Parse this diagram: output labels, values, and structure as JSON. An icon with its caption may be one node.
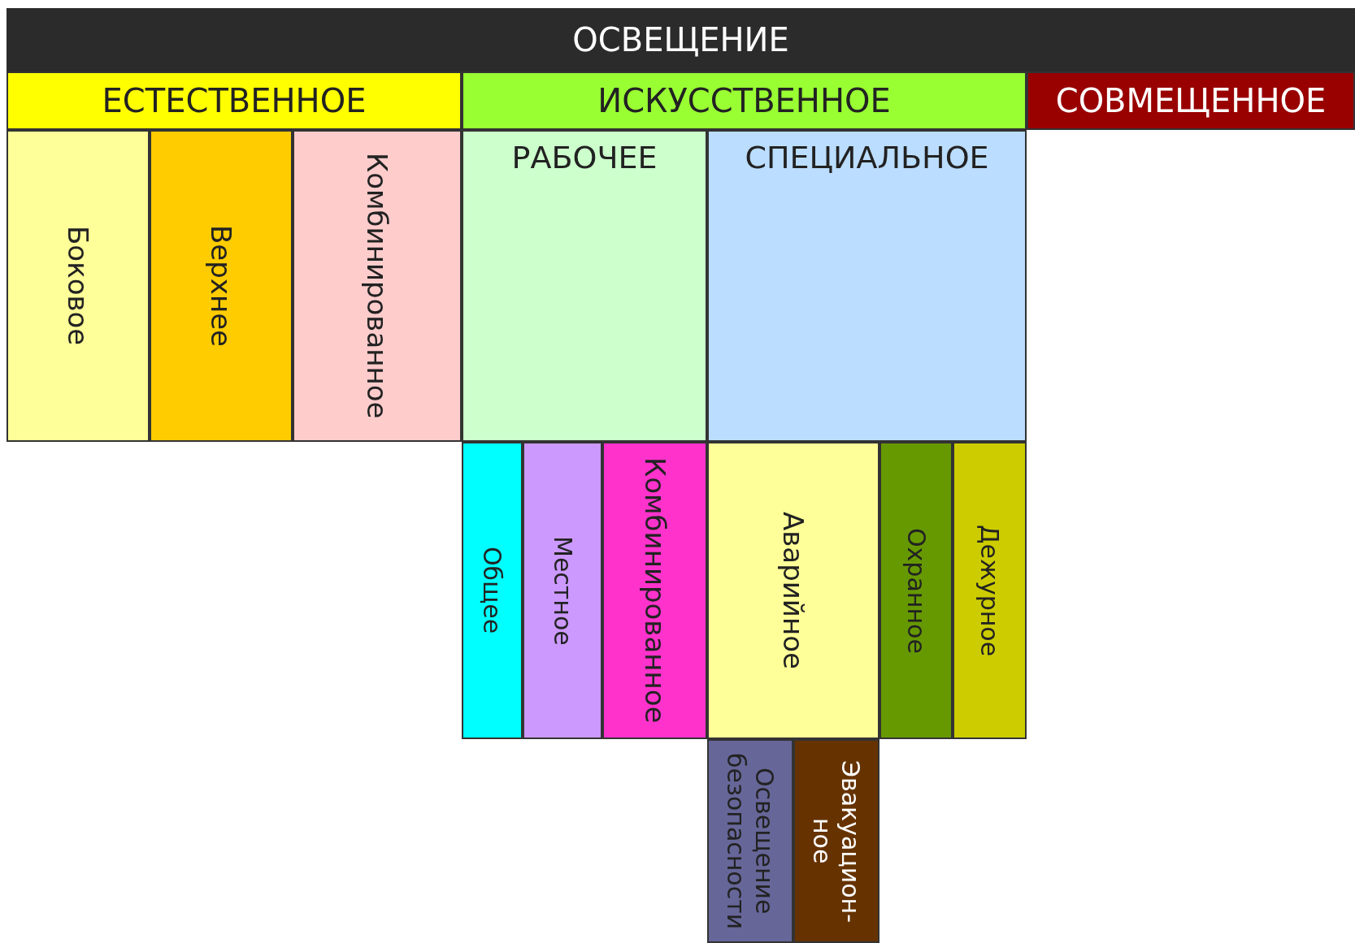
{
  "diagram": {
    "title": "ОСВЕЩЕНИЕ",
    "nodes": [
      {
        "text": [
          "ЕСТЕСТВЕННОЕ"
        ]
      },
      {
        "text": [
          "ИСКУССТВЕННОЕ"
        ]
      },
      {
        "text": [
          "СОВМЕЩЕННОЕ"
        ]
      },
      {
        "text": [
          "Боковое"
        ]
      },
      {
        "text": [
          "Верхнее"
        ]
      },
      {
        "text": [
          "Комбинированное"
        ]
      },
      {
        "text": [
          "РАБОЧЕЕ"
        ]
      },
      {
        "text": [
          "СПЕЦИАЛЬНОЕ"
        ]
      },
      {
        "text": [
          "Общее"
        ]
      },
      {
        "text": [
          "Местное"
        ]
      },
      {
        "text": [
          "Комбинированное"
        ]
      },
      {
        "text": [
          "Аварийное"
        ]
      },
      {
        "text": [
          "Охранное"
        ]
      },
      {
        "text": [
          "Дежурное"
        ]
      },
      {
        "text": [
          "Освещение безопасности"
        ]
      },
      {
        "text": [
          "Эвакуацион- ное"
        ]
      }
    ]
  }
}
